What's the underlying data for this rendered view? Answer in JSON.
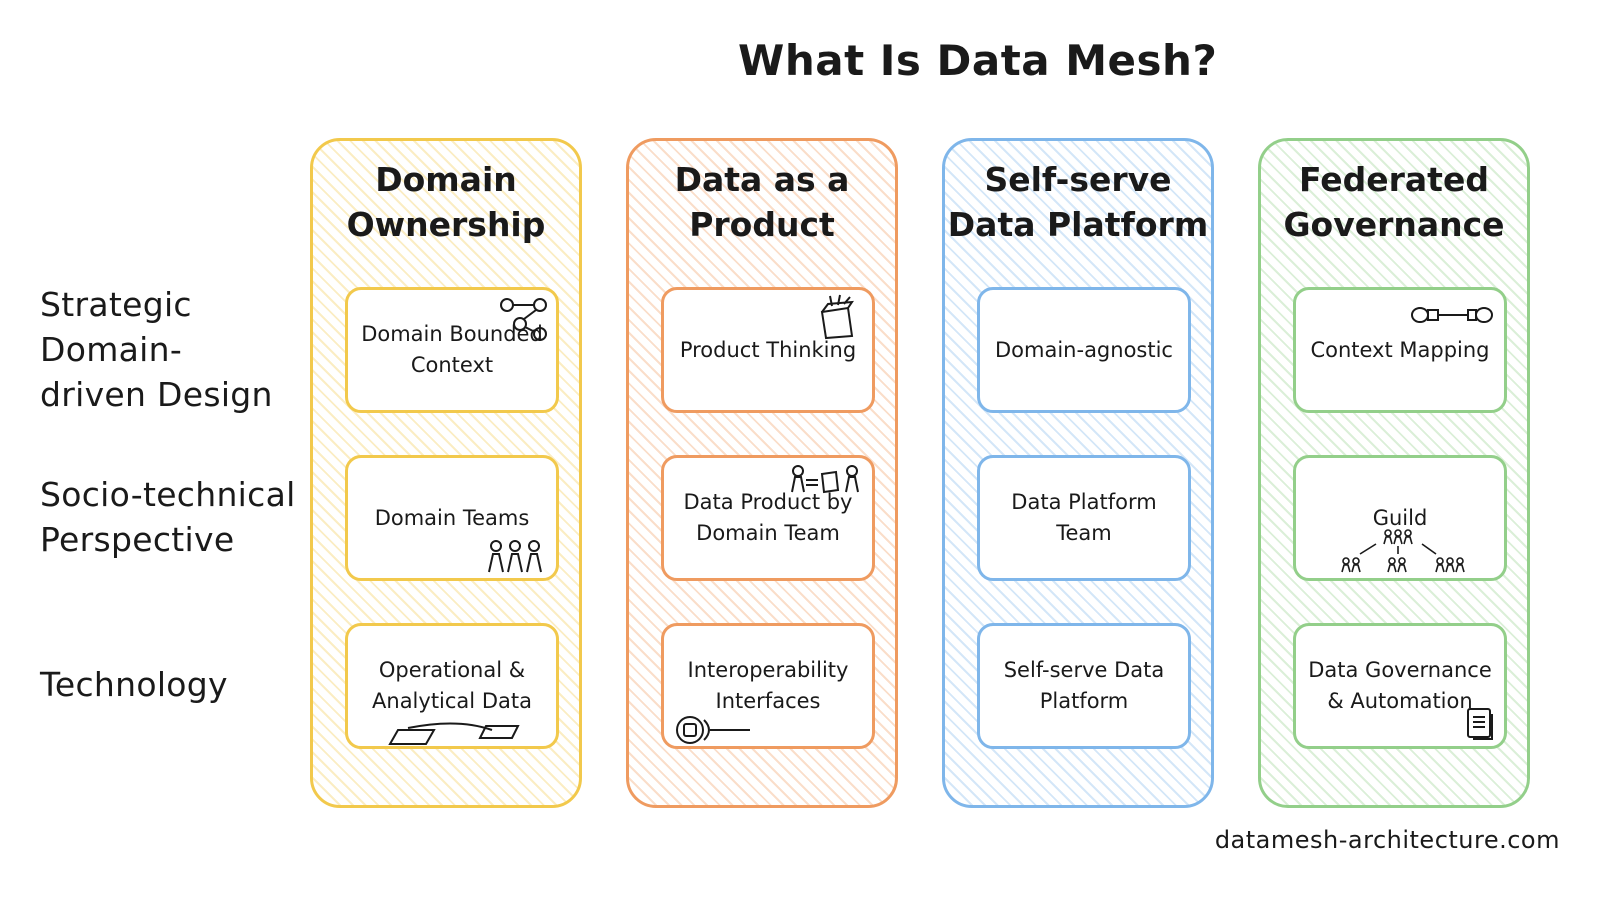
{
  "title": "What Is Data Mesh?",
  "row_labels": [
    "Strategic Domain-driven Design",
    "Socio-technical Perspective",
    "Technology"
  ],
  "columns": [
    {
      "heading": "Domain Ownership",
      "color": "#f2c94c",
      "cells": [
        {
          "label": "Domain Bounded Context",
          "icon": "bounded-context-icon"
        },
        {
          "label": "Domain Teams",
          "icon": "people-icon"
        },
        {
          "label": "Operational & Analytical Data",
          "icon": "data-sheets-icon"
        }
      ]
    },
    {
      "heading": "Data as a Product",
      "color": "#ef9b60",
      "cells": [
        {
          "label": "Product Thinking",
          "icon": "product-box-icon"
        },
        {
          "label": "Data Product by Domain Team",
          "icon": "team-product-icon"
        },
        {
          "label": "Interoperability Interfaces",
          "icon": "plug-icon"
        }
      ]
    },
    {
      "heading": "Self-serve Data Platform",
      "color": "#7fb6ea",
      "cells": [
        {
          "label": "Domain-agnostic",
          "icon": ""
        },
        {
          "label": "Data Platform Team",
          "icon": ""
        },
        {
          "label": "Self-serve Data Platform",
          "icon": ""
        }
      ]
    },
    {
      "heading": "Federated Governance",
      "color": "#93cf8a",
      "cells": [
        {
          "label": "Context Mapping",
          "icon": "context-map-icon"
        },
        {
          "label": "Guild",
          "icon": "guild-icon"
        },
        {
          "label": "Data Governance & Automation",
          "icon": "document-icon"
        }
      ]
    }
  ],
  "footer": "datamesh-architecture.com"
}
